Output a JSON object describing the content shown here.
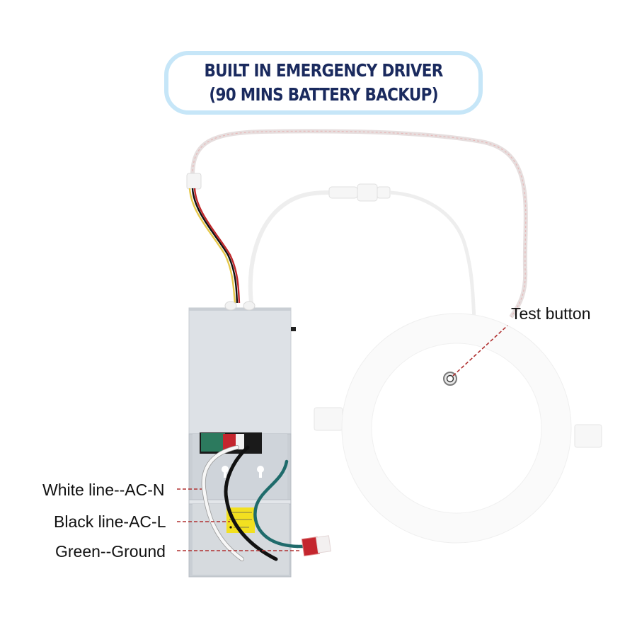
{
  "title": {
    "line1": "BUILT IN  EMERGENCY DRIVER",
    "line2": "(90 MINS BATTERY BACKUP)",
    "border_color": "#c6e6f8",
    "text_color": "#1a2a5e"
  },
  "labels": {
    "test_button": "Test button",
    "white_line": "White line--AC-N",
    "black_line": "Black line-AC-L",
    "green_ground": "Green--Ground"
  },
  "components": {
    "driver_box": "emergency driver junction box",
    "downlight": "round slim LED panel downlight",
    "test_button": "test button on panel",
    "wire_connector": "red push-in wire connector",
    "warning_sticker": "yellow wiring label"
  },
  "colors": {
    "leader_line": "#b03030",
    "white_wire": "#f4f4f4",
    "black_wire": "#111111",
    "green_wire": "#1f6b6b",
    "box_metal": "#d9dde2",
    "sticker": "#f2e020",
    "connector": "#c4262e"
  }
}
